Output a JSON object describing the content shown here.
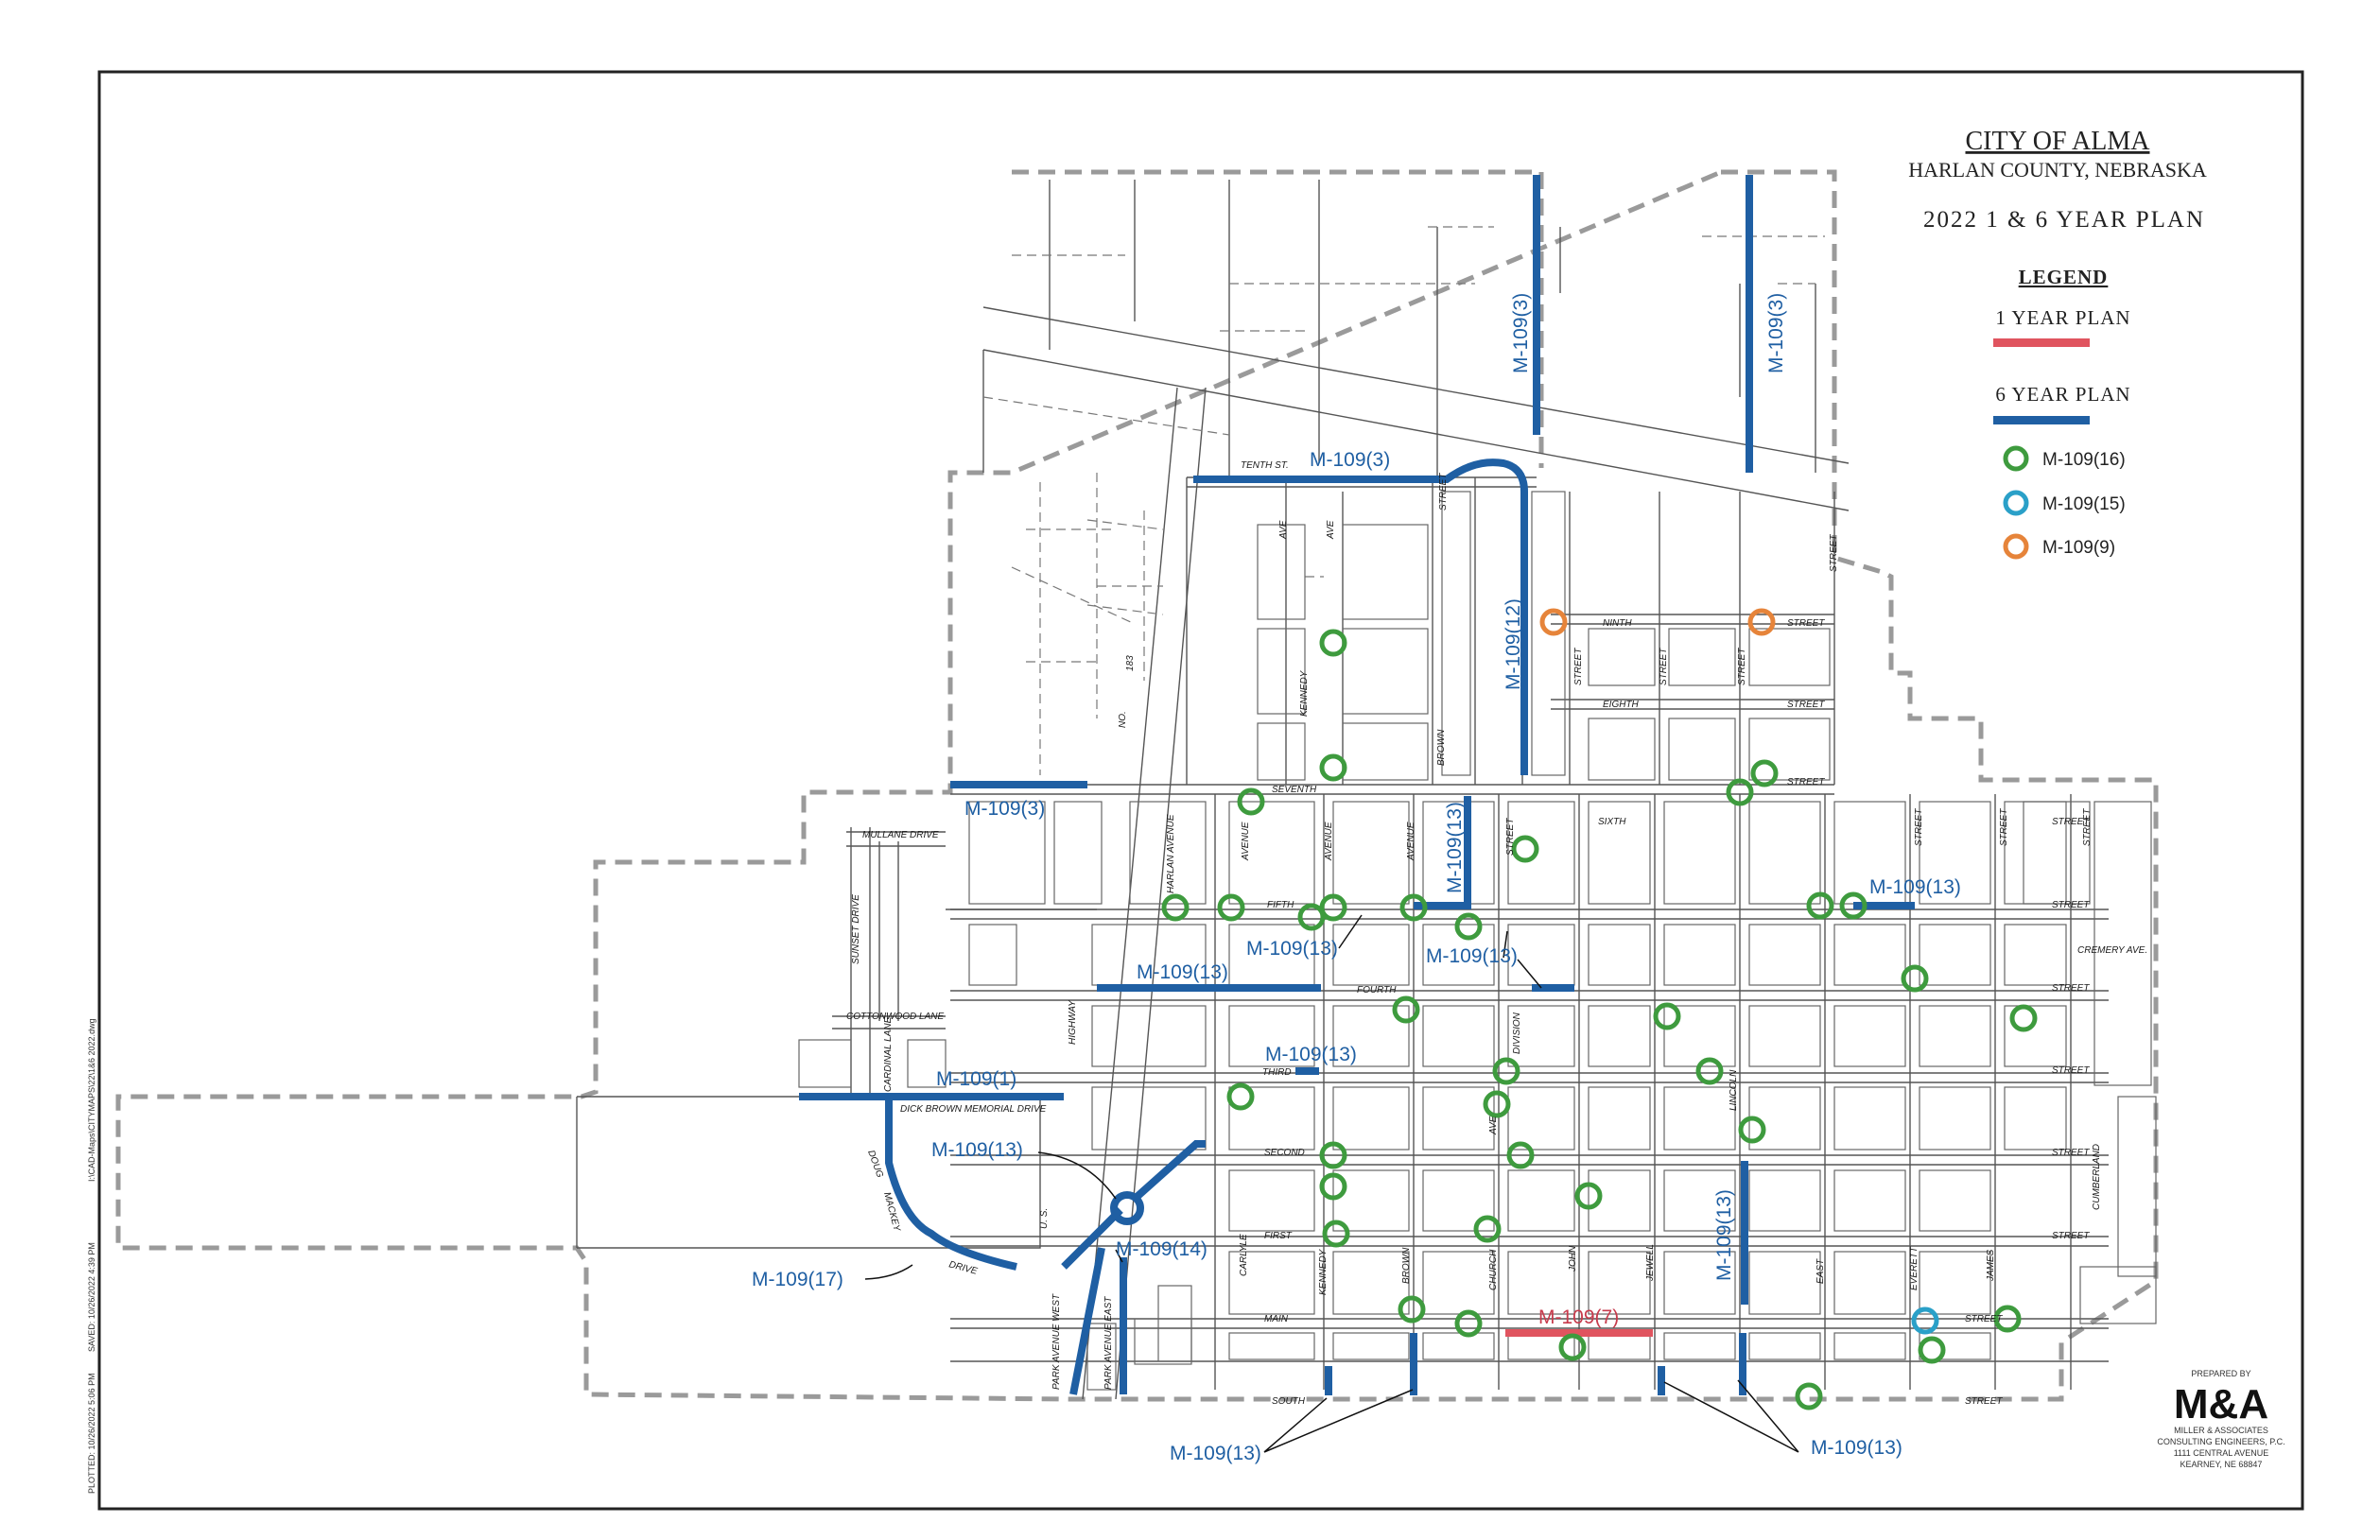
{
  "title": {
    "city": "CITY OF ALMA",
    "county": "HARLAN COUNTY, NEBRASKA",
    "plan": "2022 1 & 6 YEAR PLAN"
  },
  "legend": {
    "heading": "LEGEND",
    "one_year": {
      "label": "1 YEAR PLAN",
      "color": "#e0545f"
    },
    "six_year": {
      "label": "6 YEAR PLAN",
      "color": "#1f5fa3"
    },
    "circles": [
      {
        "label": "M-109(16)",
        "color": "#3e9b3e"
      },
      {
        "label": "M-109(15)",
        "color": "#2aa0c8"
      },
      {
        "label": "M-109(9)",
        "color": "#e6843a"
      }
    ]
  },
  "projects": {
    "m109_3": "M-109(3)",
    "m109_12": "M-109(12)",
    "m109_13": "M-109(13)",
    "m109_1": "M-109(1)",
    "m109_17": "M-109(17)",
    "m109_14": "M-109(14)",
    "m109_7": "M-109(7)"
  },
  "streets": {
    "tenth": "TENTH ST.",
    "ninth": "NINTH",
    "eighth": "EIGHTH",
    "seventh": "SEVENTH",
    "sixth": "SIXTH",
    "fifth": "FIFTH",
    "fourth": "FOURTH",
    "third": "THIRD",
    "second": "SECOND",
    "first": "FIRST",
    "main": "MAIN",
    "south": "SOUTH",
    "street": "STREET",
    "mullane": "MULLANE DRIVE",
    "sunset": "SUNSET DRIVE",
    "cottonwood": "COTTONWOOD LANE",
    "cardinal": "CARDINAL LANE",
    "dick_brown": "DICK BROWN MEMORIAL DRIVE",
    "doug": "DOUG",
    "mackey": "MACKEY",
    "drive": "DRIVE",
    "harlan_avenue": "HARLAN AVENUE",
    "avenue": "AVENUE",
    "ave": "AVE",
    "kennedy": "KENNEDY",
    "brown": "BROWN",
    "church": "CHURCH",
    "john": "JOHN",
    "jewell": "JEWELL",
    "lincoln": "LINCOLN",
    "east": "EAST",
    "everett": "EVERETT",
    "james": "JAMES",
    "carlyle": "CARLYLE",
    "division": "DIVISION",
    "cumberland": "CUMBERLAND",
    "cremery": "CREMERY AVE.",
    "highway": "HIGHWAY",
    "no": "NO.",
    "n183": "183",
    "us": "U. S.",
    "park_west": "PARK AVENUE WEST",
    "park_east": "PARK AVENUE EAST"
  },
  "firm": {
    "prepared_by": "PREPARED BY",
    "logo": "M&A",
    "line1": "MILLER & ASSOCIATES",
    "line2": "CONSULTING ENGINEERS, P.C.",
    "line3": "1111 CENTRAL AVENUE",
    "line4": "KEARNEY, NE 68847"
  },
  "margin_text": {
    "plotted": "PLOTTED: 10/26/2022 5:06 PM",
    "saved": "SAVED: 10/26/2022 4:39 PM",
    "path": "I:\\CAD-Maps\\CITYMAPS\\22\\1&6 2022.dwg"
  }
}
